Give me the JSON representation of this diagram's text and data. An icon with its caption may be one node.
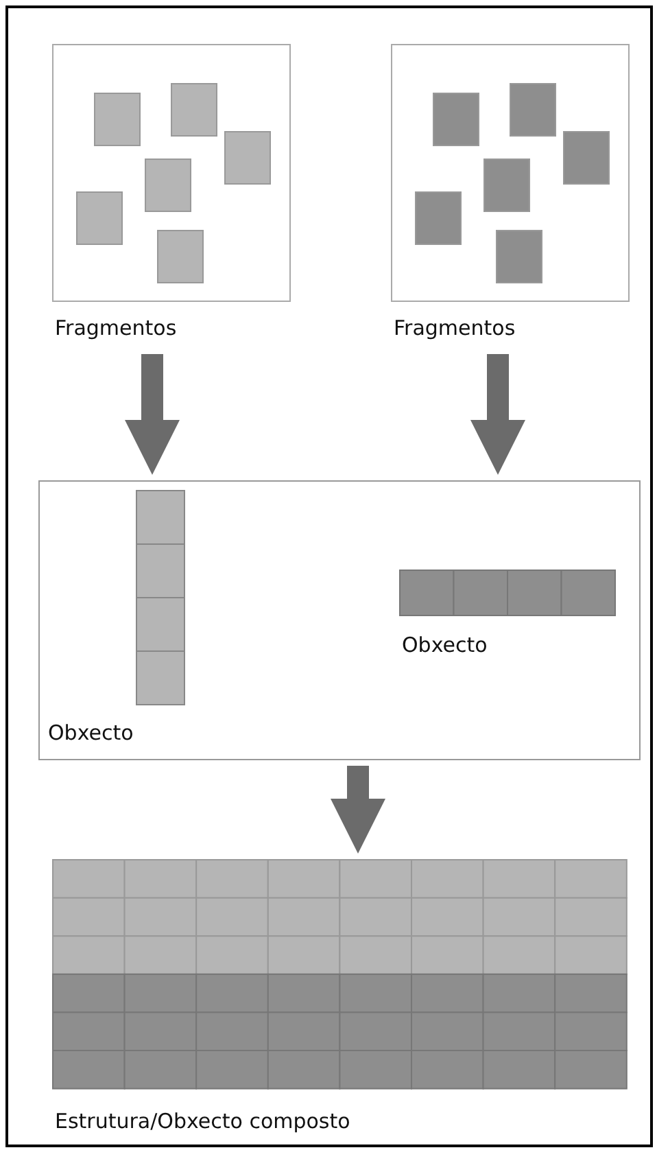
{
  "diagram": {
    "nodes": [
      {
        "text": [
          "Fragmentos"
        ]
      },
      {
        "text": [
          "Fragmentos"
        ]
      },
      {
        "text": [],
        "shape": "box"
      },
      {
        "text": [
          "Obxecto"
        ],
        "in": 2
      },
      {
        "text": [
          "Obxecto"
        ],
        "in": 2
      },
      {
        "text": [
          "Estrutura/Obxecto composto"
        ]
      }
    ],
    "edges": [
      {
        "from": 0,
        "to": 2,
        "arrow": "to"
      },
      {
        "from": 1,
        "to": 2,
        "arrow": "to"
      },
      {
        "from": 2,
        "to": 5,
        "arrow": "to"
      }
    ]
  }
}
